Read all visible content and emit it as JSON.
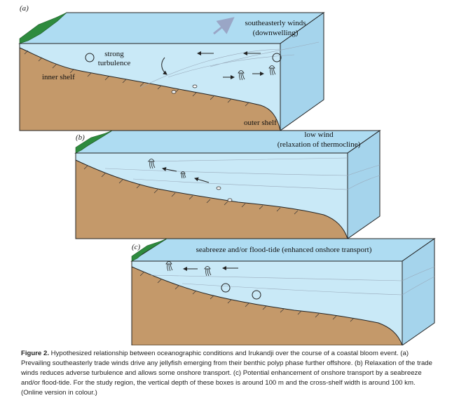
{
  "panels": [
    {
      "label": "(a)",
      "annotations": {
        "wind": "southeasterly winds",
        "wind2": "(downwelling)",
        "turb1": "strong",
        "turb2": "turbulence",
        "inner": "inner shelf",
        "outer": "outer shelf"
      }
    },
    {
      "label": "(b)",
      "annotations": {
        "wind": "low wind",
        "wind2": "(relaxation of thermocline)"
      }
    },
    {
      "label": "(c)",
      "annotations": {
        "wind": "seabreeze and/or flood-tide (enhanced onshore transport)"
      }
    }
  ],
  "caption": {
    "title": "Figure 2.",
    "text": " Hypothesized relationship between oceanographic conditions and Irukandji over the course of a coastal bloom event. (a) Prevailing southeasterly trade winds drive any jellyfish emerging from their benthic polyp phase further offshore. (b) Relaxation of the trade winds reduces adverse turbulence and allows some onshore transport. (c) Potential enhancement of onshore transport by a seabreeze and/or flood-tide. For the study region, the vertical depth of these boxes is around 100 m and the cross-shelf width is around 100 km. (Online version in colour.)"
  },
  "colors": {
    "water_front": "#c9e9f7",
    "water_top": "#aedcf2",
    "water_side": "#a5d4ec",
    "seabed": "#c4996a",
    "land": "#2e8b3e",
    "outline": "#222222",
    "wind_arrow": "#9aa6c6"
  }
}
